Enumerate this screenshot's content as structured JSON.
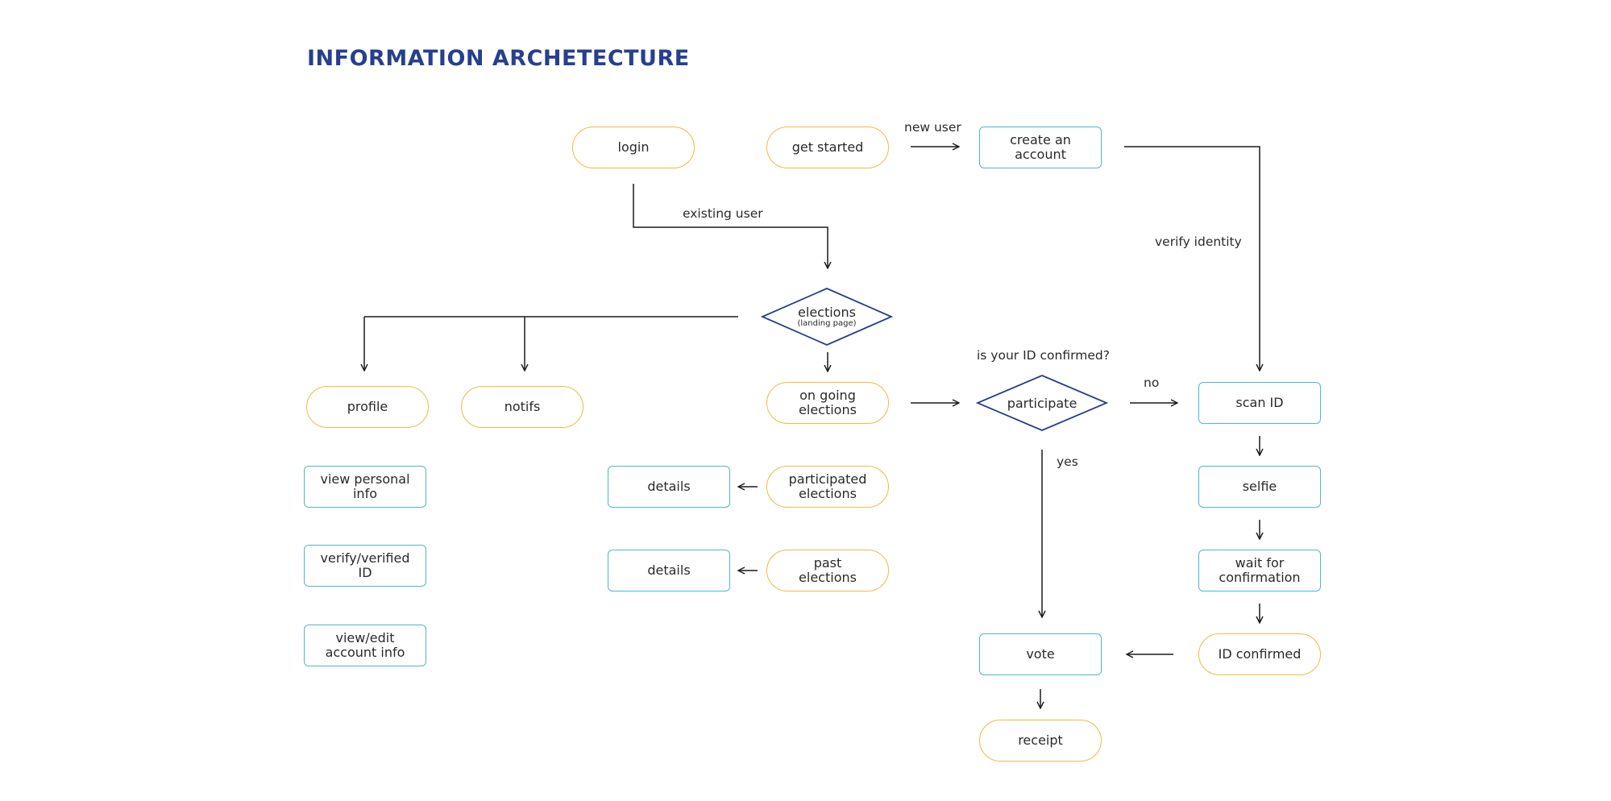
{
  "title": "INFORMATION ARCHETECTURE",
  "colors": {
    "title": "#263f8f",
    "pill_border": "#f4b942",
    "rect_border": "#4fb7c9",
    "diamond_border": "#263f8f",
    "line": "#1a1a1a"
  },
  "nodes": {
    "login": "login",
    "get_started": "get started",
    "create_account": "create an account",
    "elections": "elections",
    "elections_sub": "(landing page)",
    "profile": "profile",
    "notifs": "notifs",
    "ongoing": "on going elections",
    "participate": "participate",
    "scan_id": "scan ID",
    "view_personal": "view personal info",
    "verify_id": "verify/verified ID",
    "view_edit": "view/edit account info",
    "details_1": "details",
    "details_2": "details",
    "participated": "participated elections",
    "past": "past elections",
    "selfie": "selfie",
    "wait": "wait for confirmation",
    "id_confirmed": "ID confirmed",
    "vote": "vote",
    "receipt": "receipt"
  },
  "edge_labels": {
    "new_user": "new user",
    "existing_user": "existing user",
    "verify_identity": "verify identity",
    "id_question": "is your ID confirmed?",
    "no": "no",
    "yes": "yes"
  }
}
